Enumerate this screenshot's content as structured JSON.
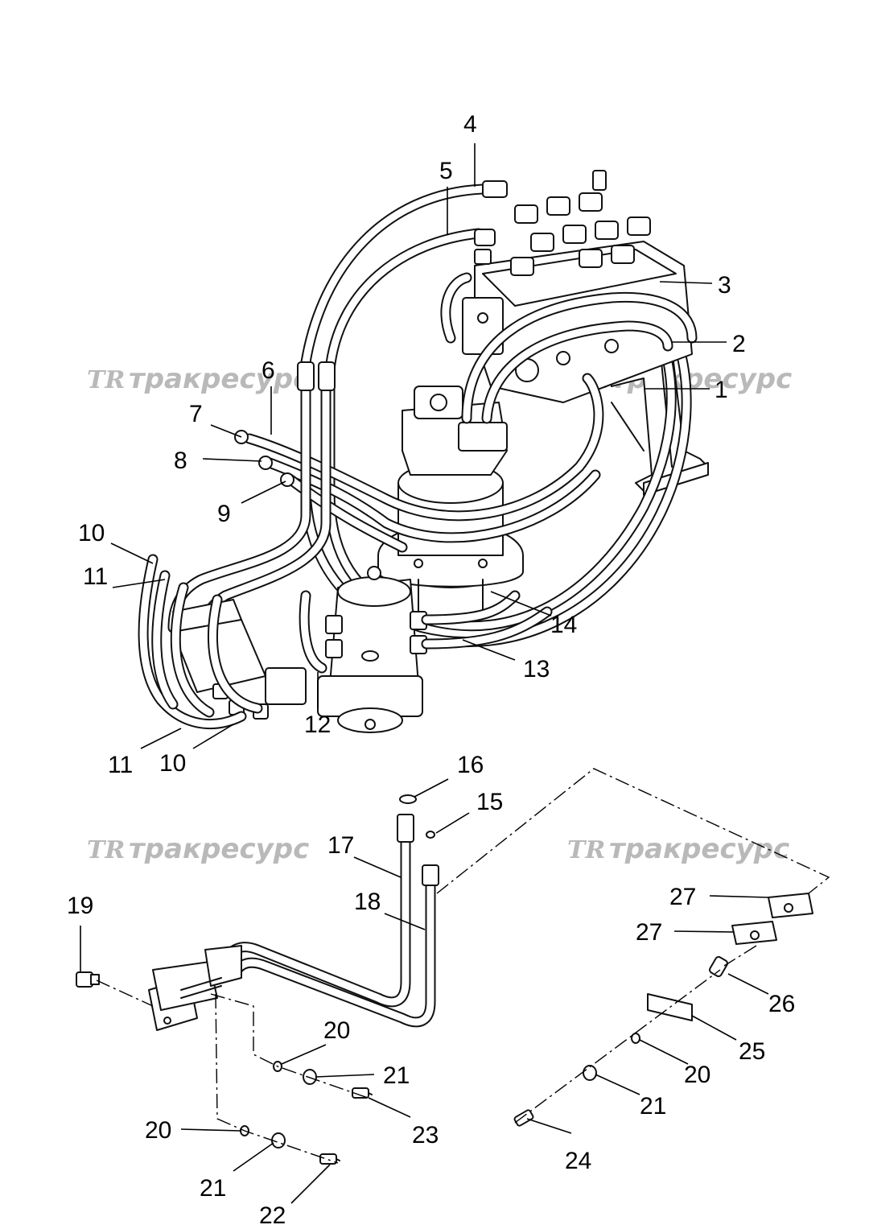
{
  "watermark": {
    "logo": "TR",
    "text": "тракресурс"
  },
  "callouts": {
    "c1": "1",
    "c2": "2",
    "c3": "3",
    "c4": "4",
    "c5": "5",
    "c6": "6",
    "c7": "7",
    "c8": "8",
    "c9": "9",
    "c10a": "10",
    "c10b": "10",
    "c11a": "11",
    "c11b": "11",
    "c12": "12",
    "c13": "13",
    "c14": "14",
    "c15": "15",
    "c16": "16",
    "c17": "17",
    "c18": "18",
    "c19": "19",
    "c20a": "20",
    "c20b": "20",
    "c20c": "20",
    "c21a": "21",
    "c21b": "21",
    "c21c": "21",
    "c22": "22",
    "c23": "23",
    "c24": "24",
    "c25": "25",
    "c26": "26",
    "c27a": "27",
    "c27b": "27"
  }
}
